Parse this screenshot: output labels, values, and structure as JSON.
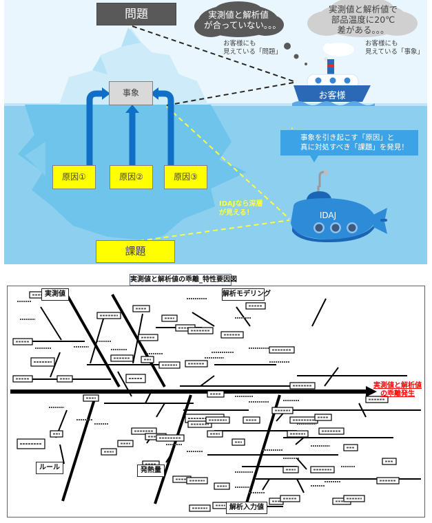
{
  "scene": {
    "problem_label": "問題",
    "event_label": "事象",
    "causes": [
      "原因①",
      "原因②",
      "原因③"
    ],
    "issue_label": "課題",
    "thought_problem": [
      "実測値と解析値",
      "が合っていない。。。"
    ],
    "thought_event": [
      "実測値と解析値で",
      "部品温度に20℃",
      "差がある。。。"
    ],
    "note_problem": [
      "お客様にも",
      "見えている「問題」"
    ],
    "note_event": [
      "お客様にも",
      "見えている「事象」"
    ],
    "ship_label": "お客様",
    "callout_text": [
      "事象を引き起こす「原因」と",
      "真に対処すべき「課題」を発見！"
    ],
    "idaj_note": [
      "IDAJなら深層",
      "が見える！"
    ],
    "submarine_label": "IDAJ",
    "icons": {
      "lightbulb": "lightbulb-icon",
      "ship": "ship-icon",
      "submarine": "submarine-icon",
      "iceberg": "iceberg-icon"
    },
    "colors": {
      "sky": "#eaf6fd",
      "sea": "#8ccfee",
      "iceberg_under": "#6ec4ea",
      "arrow": "#0f6fc6",
      "highlight_yellow": "#ffff00",
      "dashed_yellow": "#ffff3a",
      "problem_box": "#595959"
    }
  },
  "fishbone": {
    "title": "実測値と解析値の乖離_特性要因図",
    "effect": [
      "実測値と解析値",
      "の乖離発生"
    ],
    "categories_top": [
      "実測値",
      "解析モデリング"
    ],
    "categories_bottom": [
      "ルール",
      "発熱量",
      "解析入力値"
    ],
    "colors": {
      "effect": "#ff0000",
      "spine": "#000000"
    }
  }
}
